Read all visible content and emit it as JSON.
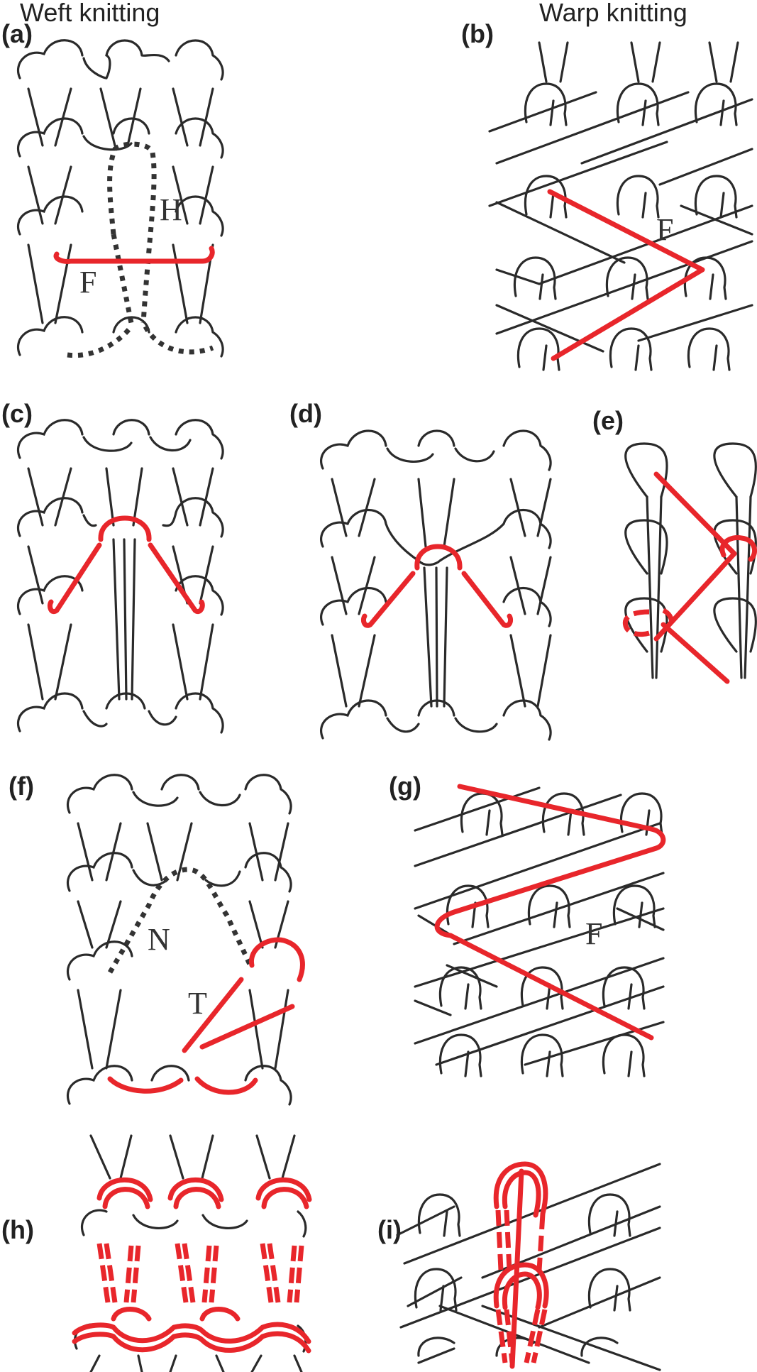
{
  "columns": {
    "left": "Weft knitting",
    "right": "Warp knitting"
  },
  "panels": {
    "a": {
      "label": "(a)",
      "letters": [
        "F",
        "H"
      ]
    },
    "b": {
      "label": "(b)",
      "letters": [
        "F"
      ]
    },
    "c": {
      "label": "(c)"
    },
    "d": {
      "label": "(d)"
    },
    "e": {
      "label": "(e)"
    },
    "f": {
      "label": "(f)",
      "letters": [
        "N",
        "T"
      ]
    },
    "g": {
      "label": "(g)",
      "letters": [
        "F"
      ]
    },
    "h": {
      "label": "(h)"
    },
    "i": {
      "label": "(i)"
    }
  },
  "colors": {
    "yarn": "#2a2a2a",
    "defect": "#e8262b",
    "dotted": "#333333"
  }
}
